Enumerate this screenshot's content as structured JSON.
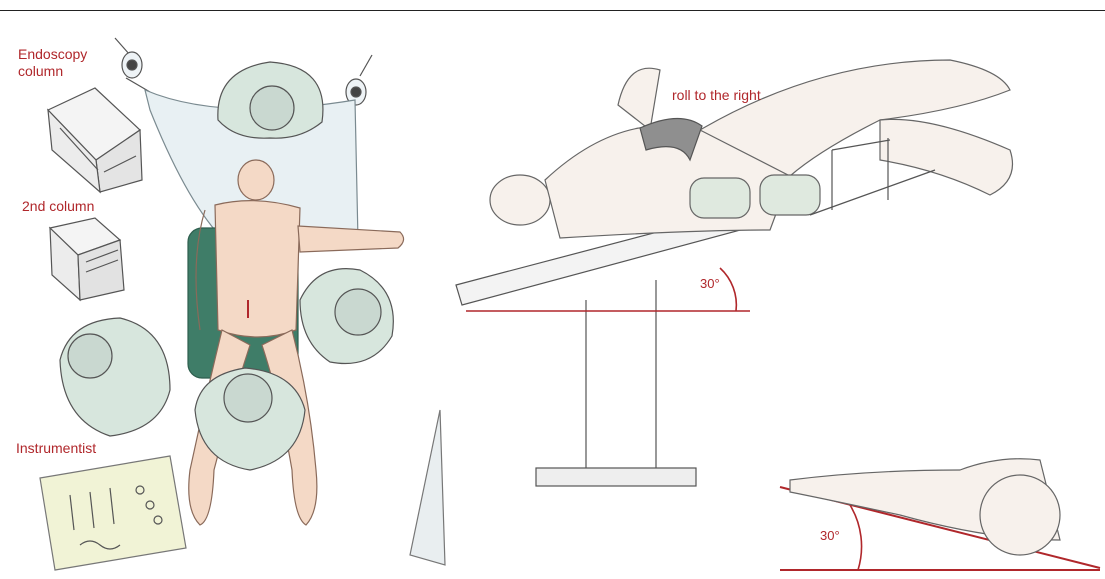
{
  "labels": {
    "endoscopy_column": "Endoscopy\ncolumn",
    "second_column": "2nd column",
    "instrumentist": "Instrumentist",
    "roll": "roll to the right",
    "angle_top": "30°",
    "angle_bottom": "30°"
  },
  "colors": {
    "label_red": "#b0272b",
    "skin": "#f4d9c6",
    "gown": "#d7e6dd",
    "drape": "#e8f0f3",
    "table_green": "#3f7d68",
    "line": "#555555"
  },
  "icons": [
    "monitor-icon",
    "surgeon-icon",
    "patient-icon",
    "operating-table-icon",
    "instrument-tray-icon"
  ]
}
